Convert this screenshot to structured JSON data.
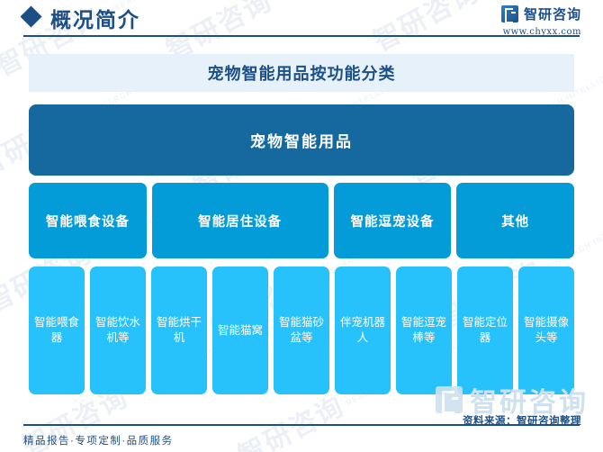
{
  "header": {
    "title": "概况简介",
    "diamond_icon": "diamond-icon",
    "brand_logo_icon": "zhiyan-logo-icon",
    "brand_name": "智研咨询",
    "url": "www.chyxx.com"
  },
  "chart_data": {
    "type": "diagram",
    "title": "宠物智能用品按功能分类",
    "root": {
      "label": "宠物智能用品",
      "color": "#16699f"
    },
    "level2_color": "#039cd9",
    "level3_color": "#27c2fb",
    "categories": [
      {
        "label": "智能喂食设备",
        "span": 2,
        "children": [
          "智能喂食器",
          "智能饮水机等"
        ]
      },
      {
        "label": "智能居住设备",
        "span": 3,
        "children": [
          "智能烘干机",
          "智能猫窝",
          "智能猫砂盆等"
        ]
      },
      {
        "label": "智能逗宠设备",
        "span": 2,
        "children": [
          "伴宠机器人",
          "智能逗宠棒等"
        ]
      },
      {
        "label": "其他",
        "span": 2,
        "children": [
          "智能定位器",
          "智能摄像头等"
        ]
      }
    ],
    "leaves": [
      "智能喂食器",
      "智能饮水机等",
      "智能烘干机",
      "智能猫窝",
      "智能猫砂盆等",
      "伴宠机器人",
      "智能逗宠棒等",
      "智能定位器",
      "智能摄像头等"
    ]
  },
  "watermark": {
    "brand": "智研咨询",
    "tile_text": "智研咨询",
    "tile_sub": "RESEARCH INTELLIGENCE"
  },
  "footer": {
    "left": "精品报告·专项定制·品质服务",
    "source": "资料来源：智研咨询整理"
  }
}
